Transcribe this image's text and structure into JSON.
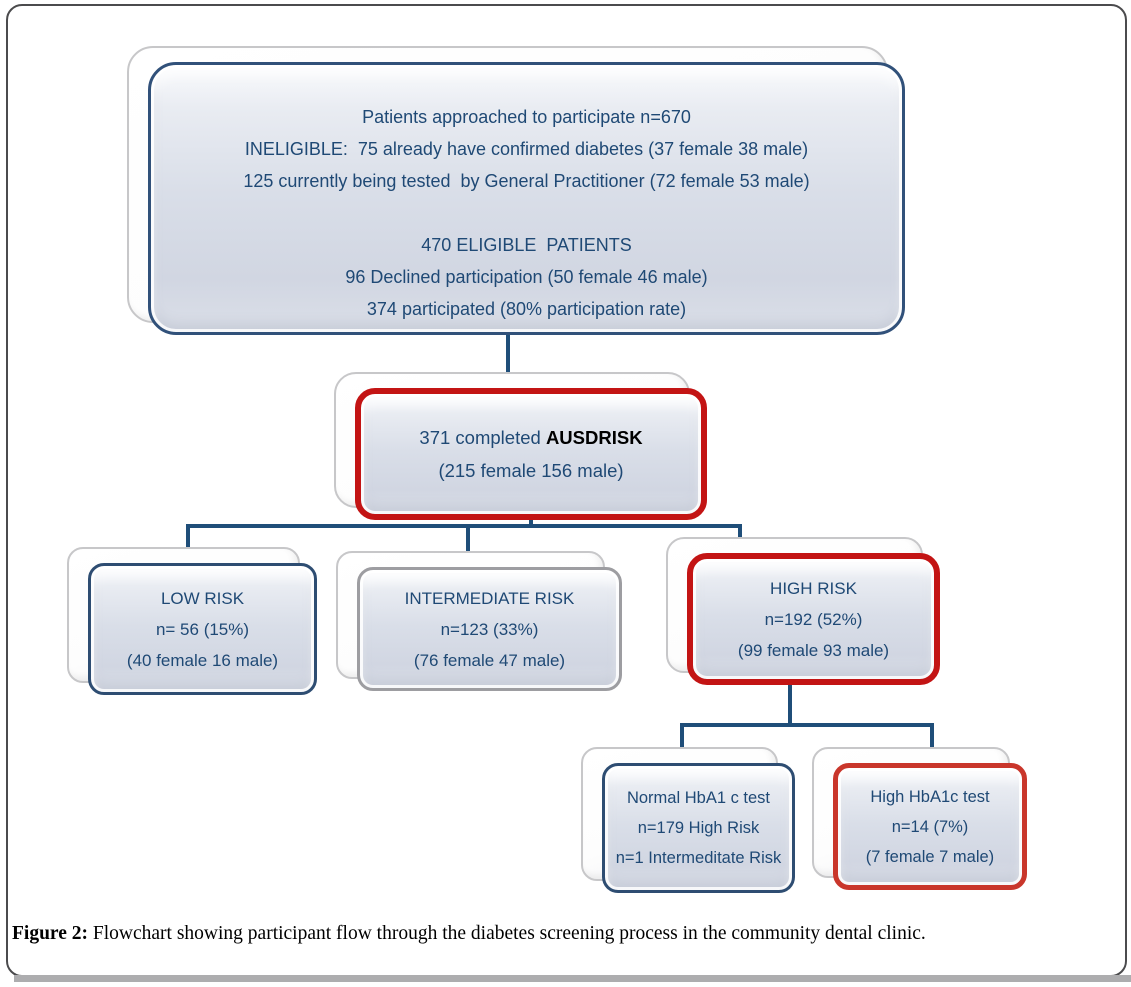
{
  "caption": {
    "label": "Figure 2:",
    "text": " Flowchart showing participant flow through the diabetes screening process in the community dental clinic."
  },
  "colors": {
    "connector_navy": "#1F4E79",
    "border_navy": "#2E4D72",
    "border_red": "#C31414",
    "border_red_soft": "#C9362B",
    "border_gray": "#9D9DA1",
    "text_navy": "#1F4975",
    "box_fill": "#D9DEE8",
    "emphasis_text": "#000000"
  },
  "flowchart": {
    "nodes": {
      "approached": {
        "lines": [
          "Patients approached to participate n=670",
          "INELIGIBLE:  75 already have confirmed diabetes (37 female 38 male)",
          "125 currently being tested  by General Practitioner (72 female 53 male)",
          "",
          "470 ELIGIBLE  PATIENTS",
          "96 Declined participation (50 female 46 male)",
          "374 participated (80% participation rate)"
        ]
      },
      "ausdrisk": {
        "prefix": "371 completed ",
        "emphasis": "AUSDRISK",
        "detail": "(215 female 156 male)"
      },
      "low_risk": {
        "lines": [
          "LOW RISK",
          "n= 56 (15%)",
          "(40 female 16 male)"
        ]
      },
      "intermediate_risk": {
        "lines": [
          "INTERMEDIATE RISK",
          "n=123 (33%)",
          "(76 female 47 male)"
        ]
      },
      "high_risk": {
        "lines": [
          "HIGH RISK",
          "n=192 (52%)",
          "(99 female 93 male)"
        ]
      },
      "normal_hba1c": {
        "lines": [
          "Normal HbA1 c test",
          "n=179 High Risk",
          "n=1 Intermeditate Risk"
        ]
      },
      "high_hba1c": {
        "lines": [
          "High HbA1c test",
          "n=14 (7%)",
          "(7 female 7 male)"
        ]
      }
    }
  }
}
